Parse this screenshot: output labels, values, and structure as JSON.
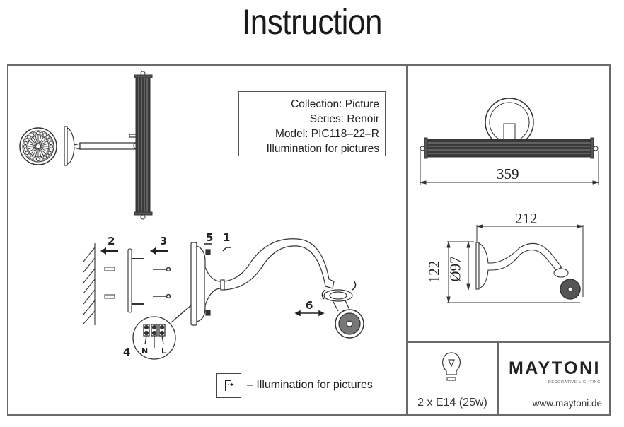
{
  "page": {
    "title": "Instruction"
  },
  "product_info": {
    "collection": "Collection: Picture",
    "series": "Series: Renoir",
    "model": "Model: PIC118–22–R",
    "type": "Illumination for pictures"
  },
  "dimensions": {
    "width_total": "359",
    "projection": "212",
    "height": "122",
    "backplate_diameter": "Ø97"
  },
  "steps": {
    "s1": "1",
    "s2": "2",
    "s3": "3",
    "s4": "4",
    "s5": "5",
    "s6": "6"
  },
  "wiring": {
    "neutral": "N",
    "live": "L"
  },
  "legend": {
    "icon": "picture-light-symbol-icon",
    "text": "– Illumination for pictures"
  },
  "bulb": {
    "icon": "light-bulb-icon",
    "spec": "2 x E14 (25w)"
  },
  "brand": {
    "name": "MAYTONI",
    "tagline": "DECORATIVE LIGHTING",
    "url": "www.maytoni.de"
  }
}
